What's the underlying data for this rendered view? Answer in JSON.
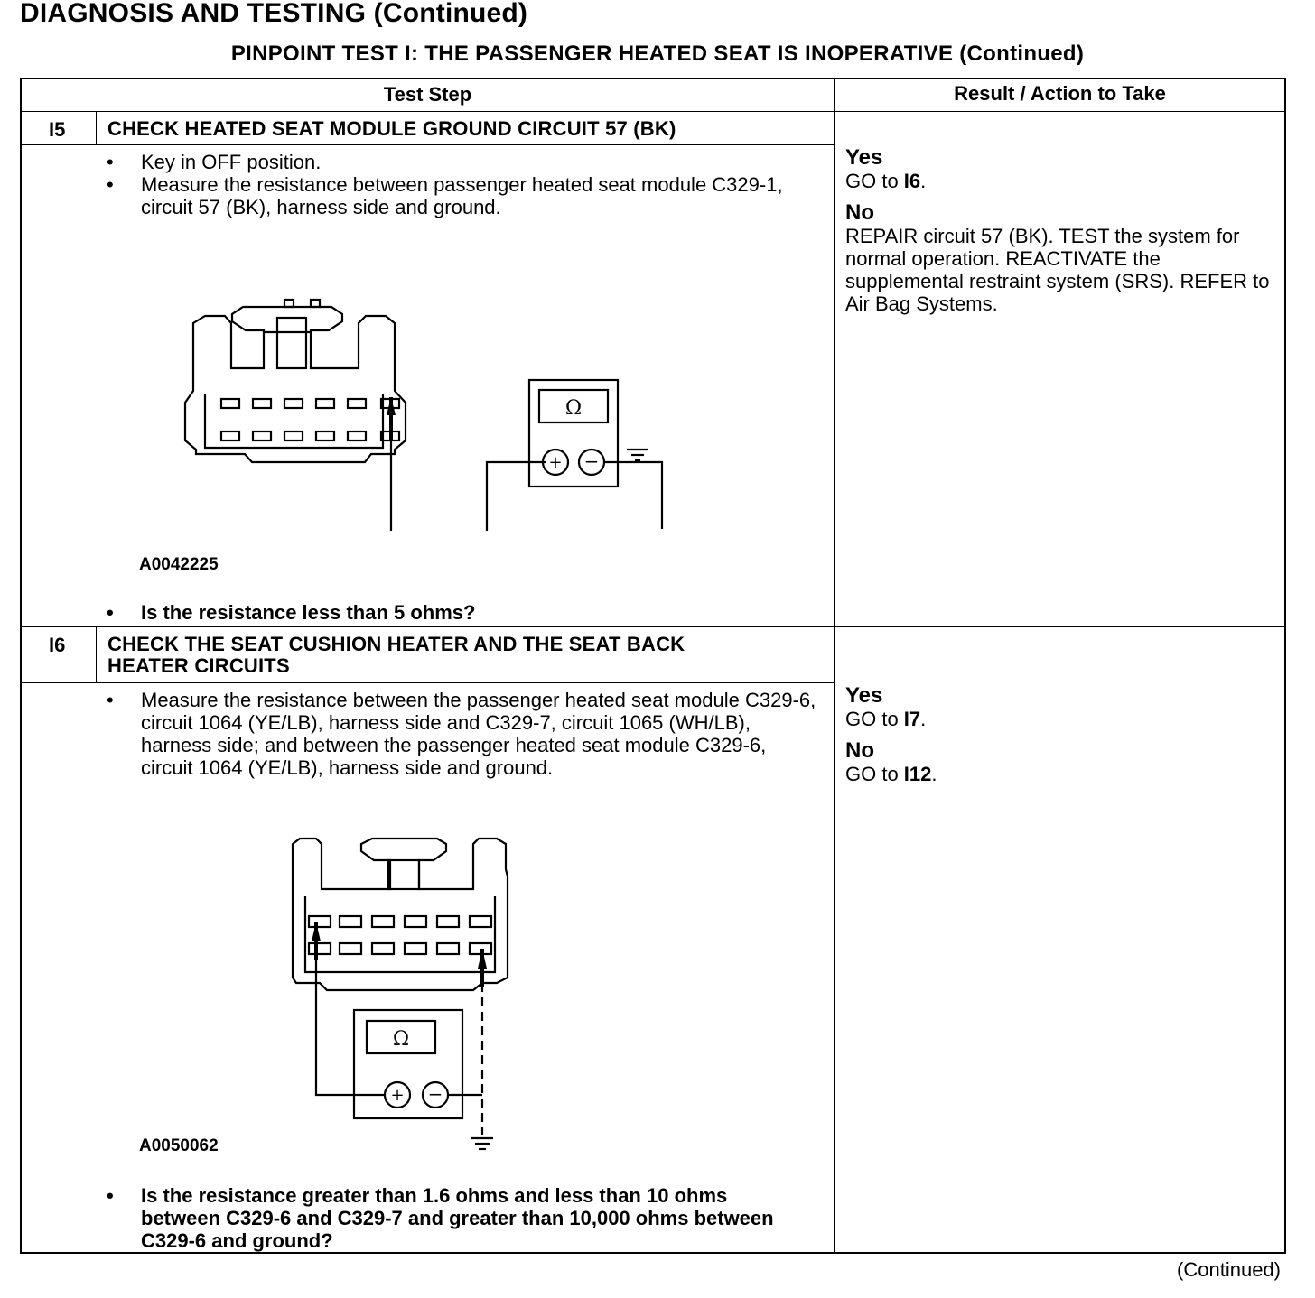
{
  "header": {
    "title": "DIAGNOSIS AND TESTING (Continued)",
    "subtitle": "PINPOINT TEST I: THE PASSENGER HEATED SEAT IS INOPERATIVE (Continued)"
  },
  "table": {
    "col_test_step": "Test Step",
    "col_result": "Result / Action to Take"
  },
  "steps": [
    {
      "id": "I5",
      "title": "CHECK HEATED SEAT MODULE GROUND CIRCUIT 57 (BK)",
      "bullets": [
        "Key in OFF position.",
        "Measure the resistance between passenger heated seat module C329-1, circuit 57 (BK), harness side and ground."
      ],
      "figure_id": "A0042225",
      "meter_symbol": "Ω",
      "question": "Is the resistance less than 5 ohms?",
      "yes_label": "Yes",
      "yes_action_prefix": "GO to ",
      "yes_action_target": "I6",
      "yes_action_suffix": ".",
      "no_label": "No",
      "no_action": "REPAIR circuit 57 (BK). TEST the system for normal operation. REACTIVATE the supplemental restraint system (SRS). REFER to Air Bag Systems."
    },
    {
      "id": "I6",
      "title_line1": "CHECK THE SEAT CUSHION HEATER AND THE SEAT BACK",
      "title_line2": "HEATER CIRCUITS",
      "bullets": [
        "Measure the resistance between the passenger heated seat module C329-6, circuit 1064 (YE/LB), harness side and C329-7, circuit 1065 (WH/LB), harness side; and between the passenger heated seat module C329-6, circuit 1064 (YE/LB), harness side and ground."
      ],
      "figure_id": "A0050062",
      "meter_symbol": "Ω",
      "question": "Is the resistance greater than 1.6 ohms and less than 10 ohms between C329-6 and C329-7 and greater than 10,000 ohms between C329-6 and ground?",
      "yes_label": "Yes",
      "yes_action_prefix": "GO to ",
      "yes_action_target": "I7",
      "yes_action_suffix": ".",
      "no_label": "No",
      "no_action_prefix": "GO to ",
      "no_action_target": "I12",
      "no_action_suffix": "."
    }
  ],
  "footer": {
    "continued": "(Continued)"
  }
}
